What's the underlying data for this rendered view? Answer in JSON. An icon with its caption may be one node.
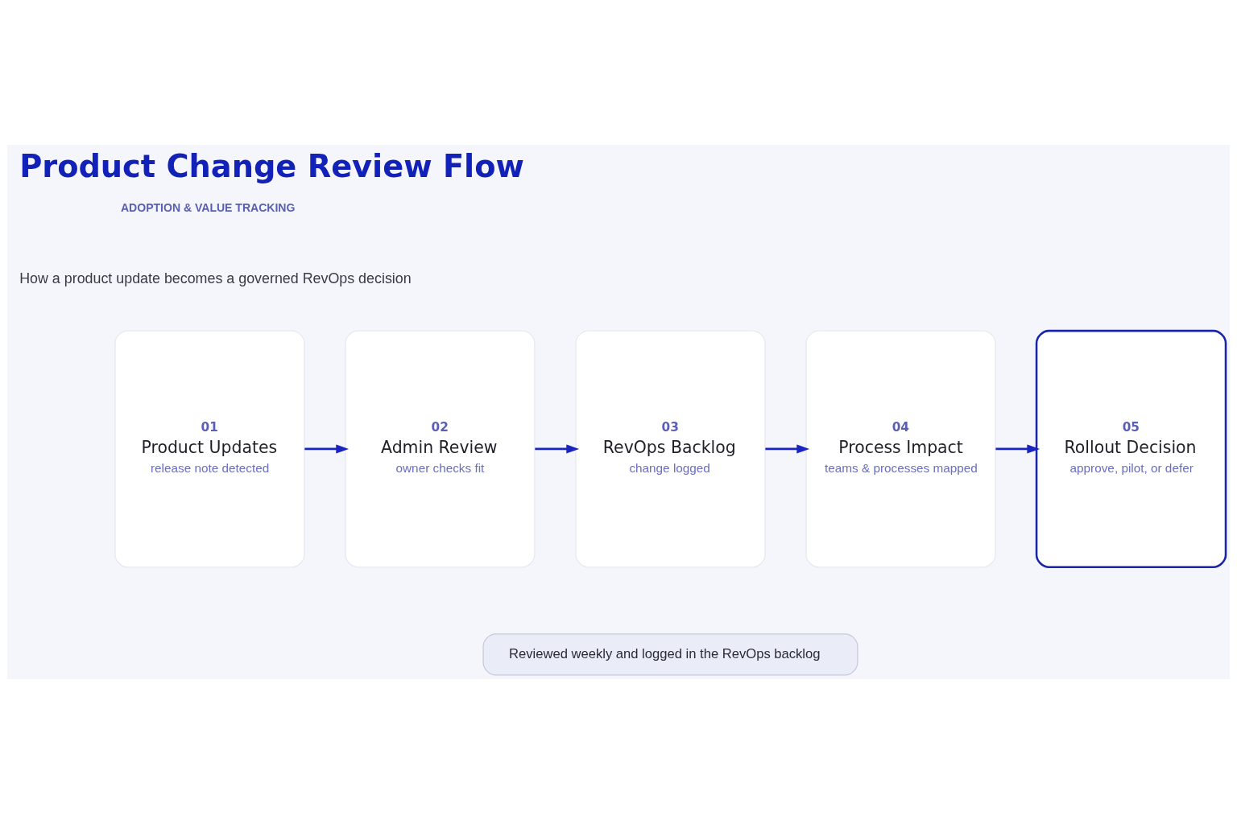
{
  "diagram": {
    "title": "Product Change Review Flow",
    "nodes": [
      {
        "text": [
          "01",
          "Product Updates",
          "release note detected"
        ]
      },
      {
        "text": [
          "02",
          "Admin Review",
          "owner checks fit"
        ]
      },
      {
        "text": [
          "03",
          "RevOps Backlog",
          "change logged"
        ]
      },
      {
        "text": [
          "04",
          "Process Impact",
          "teams & processes mapped"
        ]
      },
      {
        "text": [
          "05",
          "Rollout Decision",
          "approve, pilot, or defer"
        ]
      },
      {
        "text": [
          "Reviewed weekly and logged in the RevOps backlog"
        ]
      }
    ],
    "edges": [
      {
        "from": 0,
        "to": 1,
        "arrow": "to"
      },
      {
        "from": 1,
        "to": 2,
        "arrow": "to"
      },
      {
        "from": 2,
        "to": 3,
        "arrow": "to"
      },
      {
        "from": 3,
        "to": 4,
        "arrow": "to"
      }
    ],
    "labels": [
      "ADOPTION & VALUE TRACKING",
      "How a product update becomes a governed RevOps decision"
    ]
  }
}
